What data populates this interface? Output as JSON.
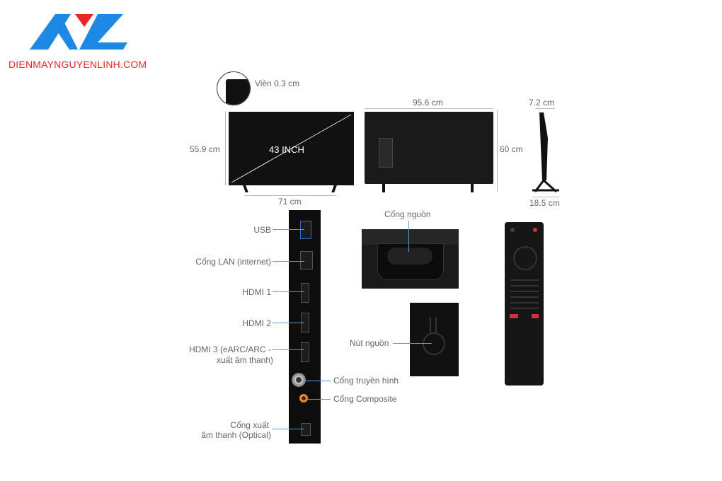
{
  "logo": {
    "text": "DIENMAYNGUYENLINH.COM",
    "blue": "#1e88e5",
    "red": "#e8262a"
  },
  "front": {
    "bezel": "Viền 0.3 cm",
    "height": "55.9 cm",
    "width": "71 cm",
    "size": "43 INCH"
  },
  "back": {
    "width": "95.6 cm",
    "height": "60 cm"
  },
  "side": {
    "depth": "7.2 cm",
    "stand_depth": "18.5 cm"
  },
  "ports": {
    "usb": "USB",
    "lan": "Cổng LAN (internet)",
    "hdmi1": "HDMI 1",
    "hdmi2": "HDMI 2",
    "hdmi3_l1": "HDMI 3 (eARC/ARC -",
    "hdmi3_l2": "xuất âm thanh)",
    "antenna": "Cổng truyền hình",
    "composite": "Cổng Composite",
    "optical_l1": "Cổng xuất",
    "optical_l2": "âm thanh (Optical)"
  },
  "power": {
    "socket": "Cổng nguồn",
    "button": "Nút nguồn"
  },
  "colors": {
    "leader": "#5b9bd5",
    "label": "#666666"
  }
}
